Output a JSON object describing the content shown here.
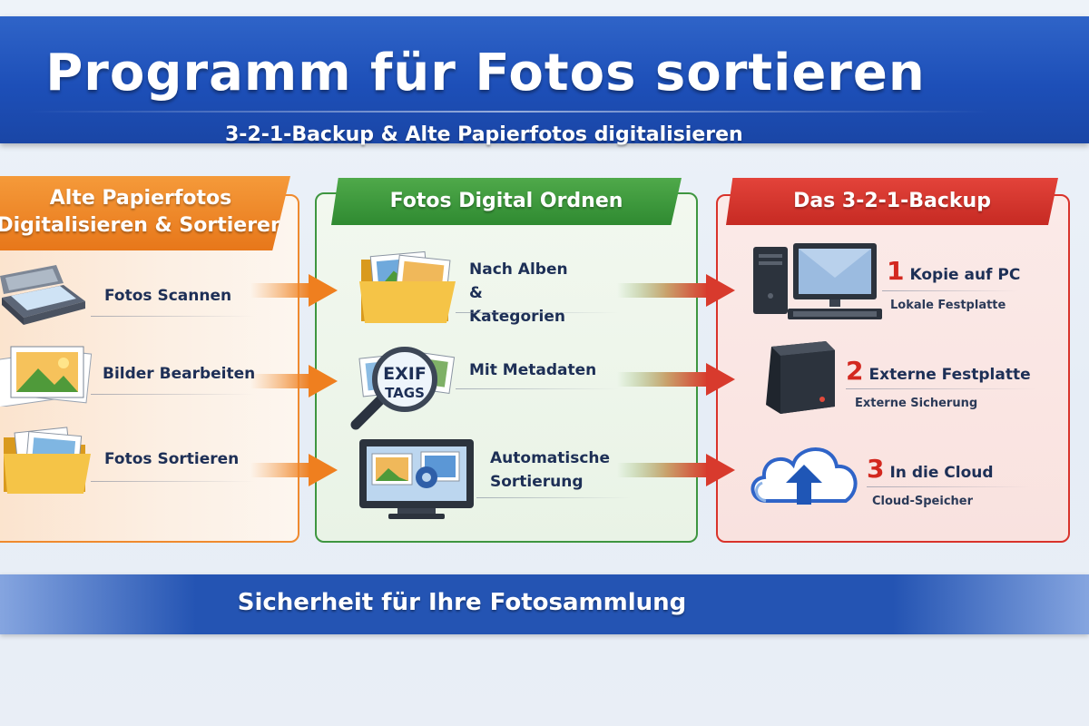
{
  "header": {
    "title": "Programm für Fotos sortieren",
    "subtitle": "3-2-1-Backup & Alte Papierfotos digitalisieren"
  },
  "columns": {
    "left": {
      "title": "Alte Papierfotos Digitalisieren & Sortieren",
      "items": [
        {
          "label": "Fotos Scannen",
          "icon": "scanner-icon"
        },
        {
          "label": "Bilder Bearbeiten",
          "icon": "photo-stack-icon"
        },
        {
          "label": "Fotos Sortieren",
          "icon": "folder-icon"
        }
      ]
    },
    "middle": {
      "title": "Fotos Digital Ordnen",
      "items": [
        {
          "label": "Nach Alben & Kategorien",
          "icon": "photo-folder-icon"
        },
        {
          "label": "Mit Metadaten",
          "icon": "magnifier-icon",
          "icon_text": [
            "EXIF",
            "TAGS"
          ]
        },
        {
          "label": "Automatische Sortierung",
          "icon": "monitor-gear-icon"
        }
      ]
    },
    "right": {
      "title": "Das 3-2-1-Backup",
      "items": [
        {
          "number": "1",
          "label": "Kopie auf PC",
          "sub": "Lokale Festplatte",
          "icon": "desktop-pc-icon"
        },
        {
          "number": "2",
          "label": "Externe Festplatte",
          "sub": "Externe Sicherung",
          "icon": "external-drive-icon"
        },
        {
          "number": "3",
          "label": "In die Cloud",
          "sub": "Cloud-Speicher",
          "icon": "cloud-upload-icon"
        }
      ]
    }
  },
  "footer": {
    "text": "Sicherheit für Ihre Fotosammlung"
  },
  "colors": {
    "header_blue": "#1d4fb8",
    "orange": "#e7771a",
    "green": "#2f8a31",
    "red": "#c62a23"
  }
}
